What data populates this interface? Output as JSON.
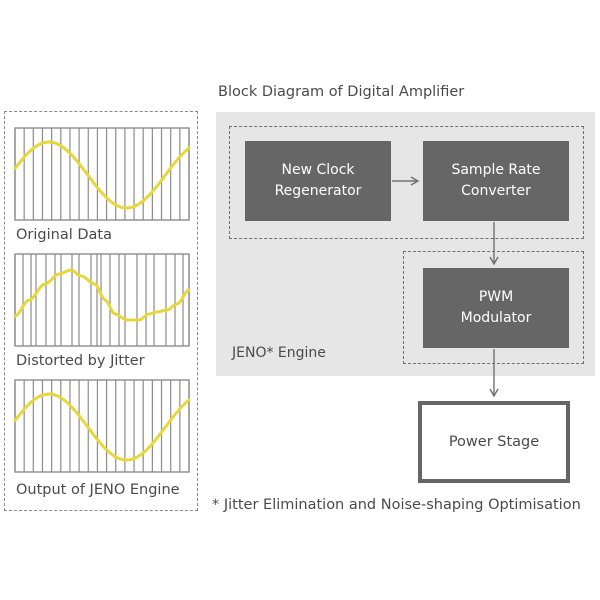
{
  "diagram": {
    "title": "Block Diagram of Digital Amplifier",
    "engine_label": "JENO* Engine",
    "footnote": "* Jitter Elimination and Noise-shaping Optimisation",
    "blocks": {
      "clock_regenerator": [
        "New Clock",
        "Regenerator"
      ],
      "sample_rate_converter": [
        "Sample Rate",
        "Converter"
      ],
      "pwm_modulator": [
        "PWM",
        "Modulator"
      ],
      "power_stage": "Power Stage"
    }
  },
  "waveforms": [
    {
      "caption": "Original Data",
      "variant": "original"
    },
    {
      "caption": "Distorted by Jitter",
      "variant": "distorted"
    },
    {
      "caption": "Output of JENO Engine",
      "variant": "output"
    }
  ],
  "colors": {
    "wave": "#e6d83a",
    "grid": "#8c8c8c",
    "block_fill": "#666666",
    "engine_bg": "#e6e6e6",
    "arrow": "#707070"
  }
}
